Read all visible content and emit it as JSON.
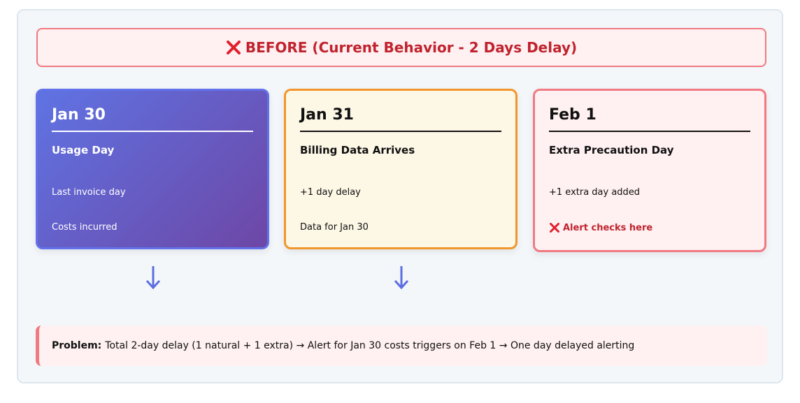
{
  "banner": {
    "icon": "cross-mark-icon",
    "text": "BEFORE (Current Behavior - 2 Days Delay)",
    "color": "#c0232e"
  },
  "cards": [
    {
      "date": "Jan 30",
      "title": "Usage Day",
      "line1": "Last invoice day",
      "line2": "Costs incurred",
      "border_color": "#6272ea"
    },
    {
      "date": "Jan 31",
      "title": "Billing Data Arrives",
      "line1": "+1 day delay",
      "line2": "Data for Jan 30",
      "border_color": "#f1962a"
    },
    {
      "date": "Feb 1",
      "title": "Extra Precaution Day",
      "line1": "+1 extra day added",
      "line2": "Alert checks here",
      "line2_icon": "cross-mark-icon",
      "border_color": "#f17a82"
    }
  ],
  "arrows": {
    "icon": "down-arrow-icon",
    "color": "#5b6ee1"
  },
  "problem": {
    "label": "Problem:",
    "text": "Total 2-day delay (1 natural + 1 extra) → Alert for Jan 30 costs triggers on Feb 1 → One day delayed alerting"
  }
}
